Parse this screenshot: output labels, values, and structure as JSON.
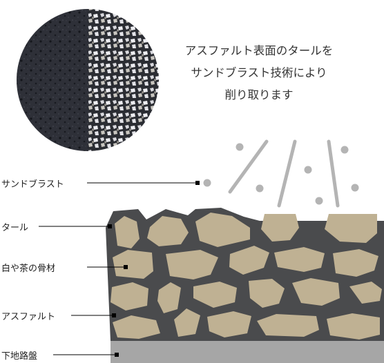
{
  "caption": {
    "line1": "アスファルト表面のタールを",
    "line2": "サンドブラスト技術により",
    "line3": "削り取ります"
  },
  "labels": {
    "sandblast": "サンドブラスト",
    "tar": "タール",
    "aggregate": "白や茶の骨材",
    "asphalt": "アスファルト",
    "base": "下地路盤"
  },
  "colors": {
    "asphalt": "#4a4b4d",
    "aggregate": "#bfb193",
    "base": "#a6a6a6",
    "sand": "#b4b4b4",
    "text": "#333333"
  }
}
